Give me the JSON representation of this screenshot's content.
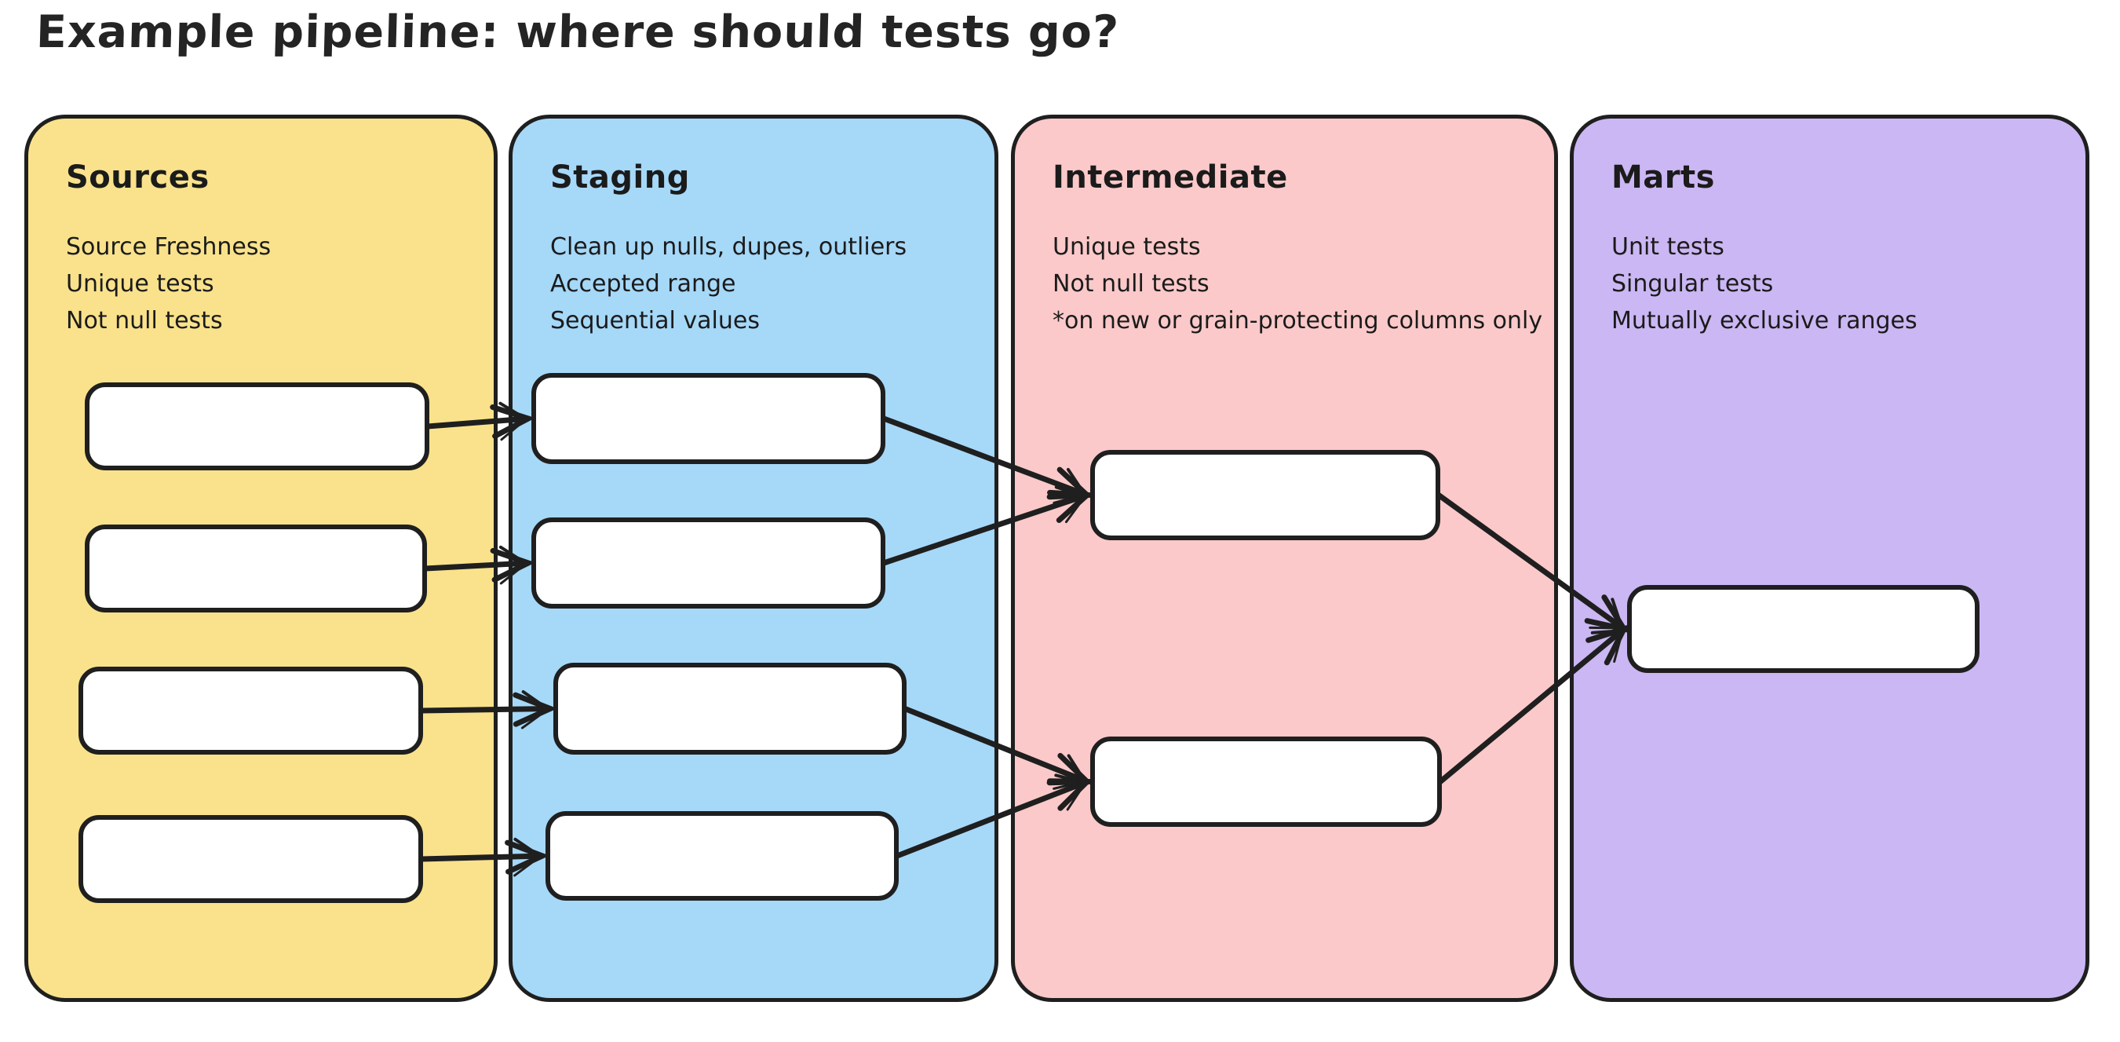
{
  "title": "Example pipeline: where should tests go?",
  "columns": [
    {
      "id": "sources",
      "title": "Sources",
      "notes": [
        "Source Freshness",
        "Unique tests",
        "Not null tests"
      ]
    },
    {
      "id": "staging",
      "title": "Staging",
      "notes": [
        "Clean up nulls, dupes, outliers",
        "Accepted range",
        "Sequential values"
      ]
    },
    {
      "id": "intermediate",
      "title": "Intermediate",
      "notes": [
        "Unique tests",
        "Not null tests",
        "*on new or grain-protecting columns only"
      ]
    },
    {
      "id": "marts",
      "title": "Marts",
      "notes": [
        "Unit tests",
        "Singular tests",
        "Mutually exclusive ranges"
      ]
    }
  ],
  "colors": {
    "sources": "#F9E28B",
    "staging": "#A6D8F8",
    "intermediate": "#FBC9C9",
    "marts": "#CBB7F3",
    "stroke": "#1f1f1f"
  },
  "connections": [
    {
      "from": "src-1",
      "to": "stg-1"
    },
    {
      "from": "src-2",
      "to": "stg-2"
    },
    {
      "from": "src-3",
      "to": "stg-3"
    },
    {
      "from": "src-4",
      "to": "stg-4"
    },
    {
      "from": "stg-1",
      "to": "int-1"
    },
    {
      "from": "stg-2",
      "to": "int-1"
    },
    {
      "from": "stg-3",
      "to": "int-2"
    },
    {
      "from": "stg-4",
      "to": "int-2"
    },
    {
      "from": "int-1",
      "to": "mrt-1"
    },
    {
      "from": "int-2",
      "to": "mrt-1"
    }
  ]
}
